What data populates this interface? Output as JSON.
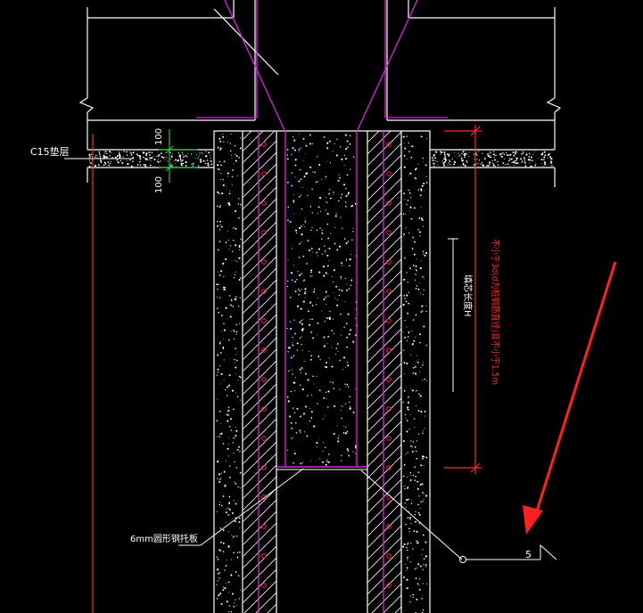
{
  "labels": {
    "cushion": "C15垫层",
    "dim_top": "100",
    "dim_bottom": "100",
    "plate": "6mm圆形钢托板",
    "length": "填芯长度H",
    "requirement": "不小于3d(d为桩钢筋直径)且不小于1.5m",
    "weld_symbol": "5"
  },
  "colors": {
    "background": "#000000",
    "line": "#ffffff",
    "rebar": "#e020e0",
    "dimension": "#ff2a2a",
    "extension": "#22dd22",
    "arrow": "#ff2020"
  }
}
